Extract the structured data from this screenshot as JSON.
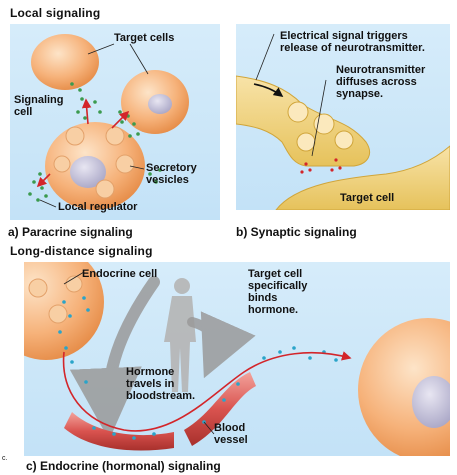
{
  "local": {
    "title": "Local signaling",
    "panel_a": {
      "labels": {
        "target_cells": "Target cells",
        "signaling_cell": "Signaling\ncell",
        "secretory_vesicles": "Secretory\nvesicles",
        "local_regulator": "Local regulator"
      },
      "caption": "a)  Paracrine signaling"
    },
    "panel_b": {
      "labels": {
        "electrical": "Electrical signal triggers\nrelease of neurotransmitter.",
        "neurotransmitter": "Neurotransmitter\ndiffuses across\nsynapse.",
        "target_cell": "Target cell"
      },
      "caption": "b)  Synaptic signaling"
    }
  },
  "long": {
    "title": "Long-distance signaling",
    "panel_c": {
      "labels": {
        "endocrine_cell": "Endocrine cell",
        "target_binds": "Target cell\nspecifically\nbinds\nhormone.",
        "hormone_travels": "Hormone\ntravels in\nbloodstream.",
        "blood_vessel": "Blood\nvessel"
      },
      "caption": "c)  Endocrine (hormonal) signaling",
      "corner_mark": "c."
    }
  },
  "colors": {
    "panel_bg": "#c9e5f8",
    "cell_fill": "#f6b27a",
    "nucleus": "#c9c7dd",
    "vesicle": "#f8cfa4",
    "synapse": "#f2d78a",
    "blood": "#d9534f",
    "dots_green": "#3b9a4e",
    "dots_blue": "#2aa4c9",
    "arrow_red": "#d3252a"
  }
}
